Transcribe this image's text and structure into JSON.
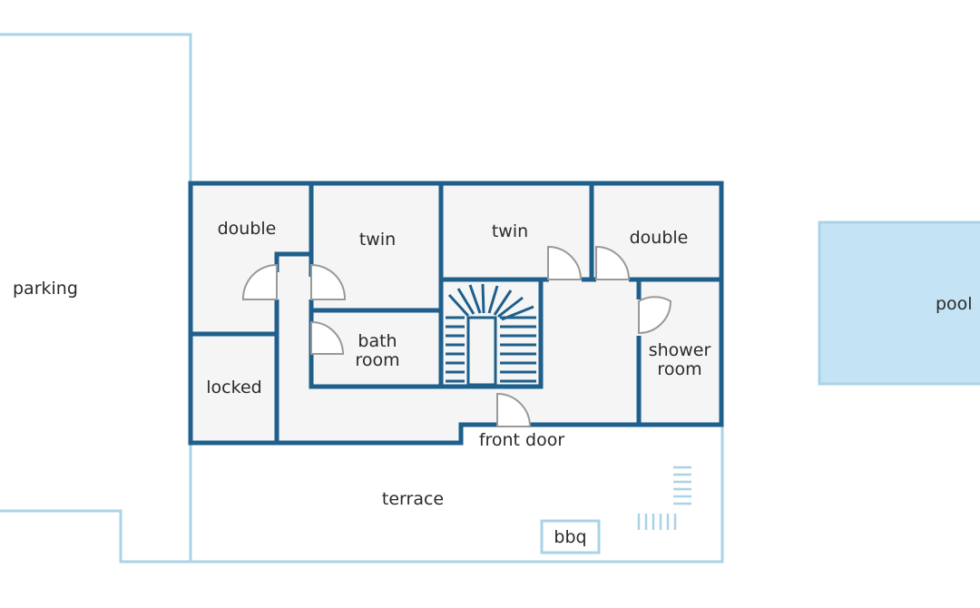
{
  "colors": {
    "wall": "#1e5f8c",
    "outline": "#a9d3e6",
    "room_fill": "#f5f5f5",
    "pool_fill": "#c4e3f5",
    "door": "#999999",
    "text": "#2a2a2a"
  },
  "labels": {
    "parking": "parking",
    "double_left": "double",
    "twin_left": "twin",
    "twin_right": "twin",
    "double_right": "double",
    "bath_room_1": "bath",
    "bath_room_2": "room",
    "locked": "locked",
    "shower_room_1": "shower",
    "shower_room_2": "room",
    "front_door": "front door",
    "terrace": "terrace",
    "bbq": "bbq",
    "pool": "pool"
  }
}
